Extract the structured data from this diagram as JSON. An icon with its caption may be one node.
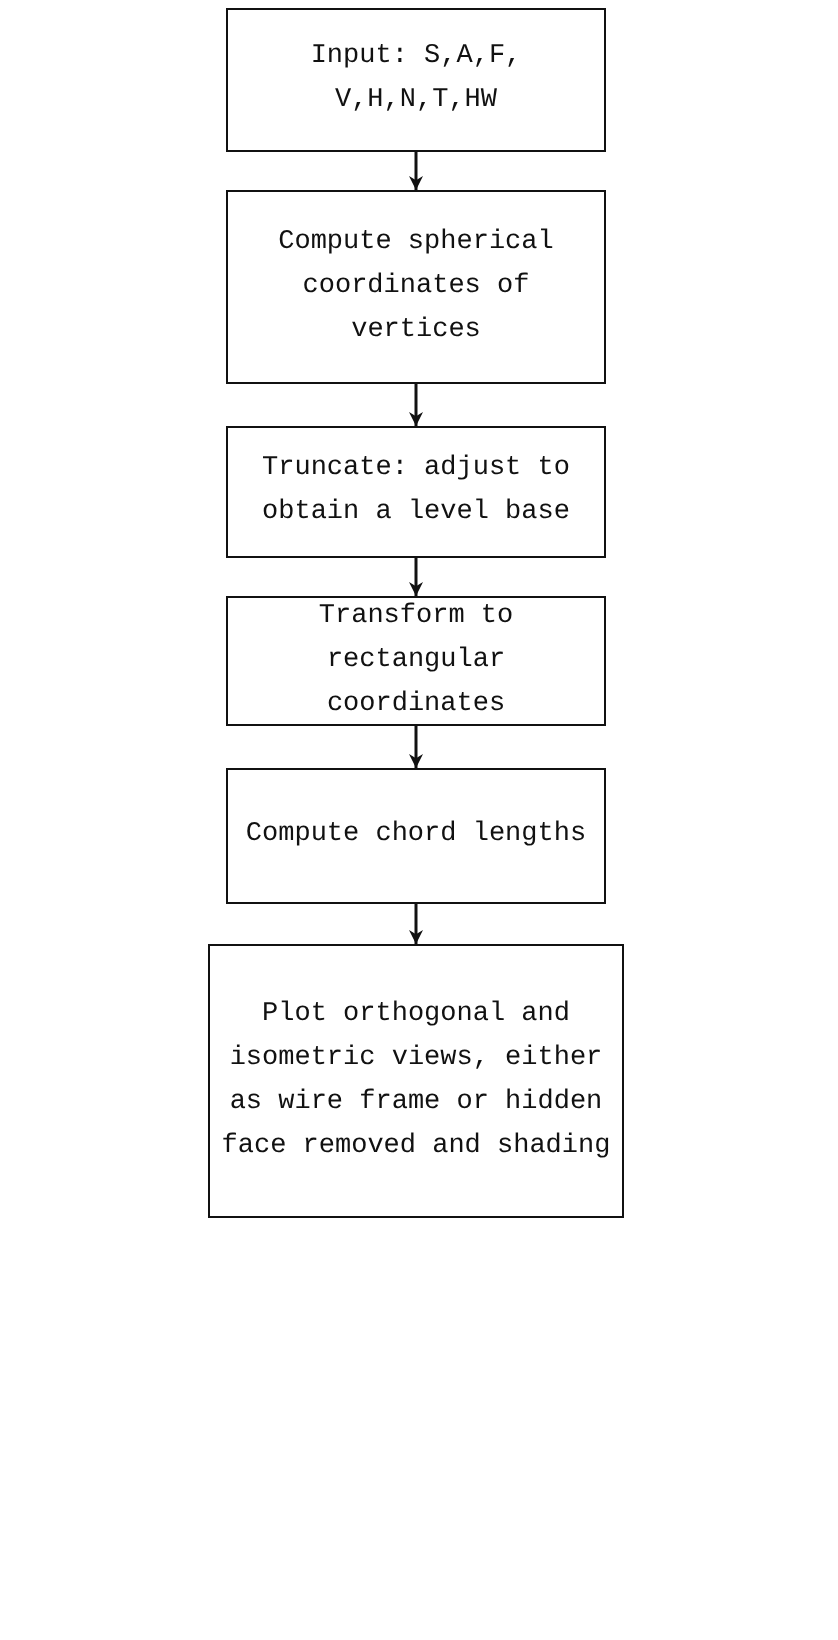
{
  "diagram": {
    "nodes": [
      {
        "text": [
          "Input: S,A,F, V,H,N,T,HW"
        ]
      },
      {
        "text": [
          "Compute spherical coordinates of vertices"
        ]
      },
      {
        "text": [
          "Truncate: adjust to obtain a level base"
        ]
      },
      {
        "text": [
          "Transform to rectangular coordinates"
        ]
      },
      {
        "text": [
          "Compute chord lengths"
        ]
      },
      {
        "text": [
          "Plot orthogonal and isometric views, either as wire frame or hidden face removed and shading"
        ]
      }
    ],
    "edges": [
      {
        "from": 0,
        "to": 1,
        "arrow": "to"
      },
      {
        "from": 1,
        "to": 2,
        "arrow": "to"
      },
      {
        "from": 2,
        "to": 3,
        "arrow": "to"
      },
      {
        "from": 3,
        "to": 4,
        "arrow": "to"
      },
      {
        "from": 4,
        "to": 5,
        "arrow": "to"
      }
    ]
  }
}
